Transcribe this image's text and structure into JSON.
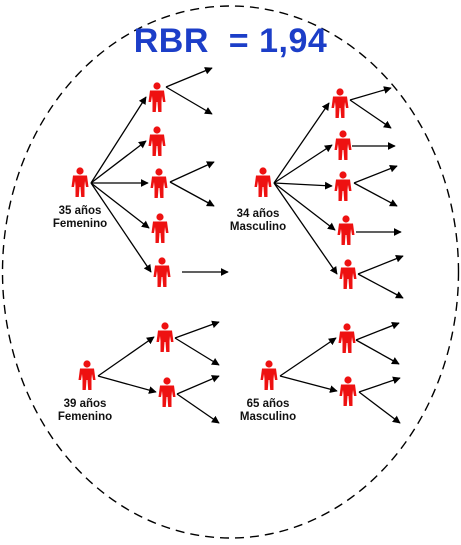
{
  "title": "RBR  = 1,94",
  "colors": {
    "person": "#ee1111",
    "arrow": "#000000",
    "title": "#1c3ec8",
    "border": "#000000"
  },
  "icon": "person-icon",
  "groups": [
    {
      "age": "35 años",
      "sex": "Femenino",
      "contacts": 5
    },
    {
      "age": "34 años",
      "sex": "Masculino",
      "contacts": 5
    },
    {
      "age": "39 años",
      "sex": "Femenino",
      "contacts": 2
    },
    {
      "age": "65 años",
      "sex": "Masculino",
      "contacts": 2
    }
  ]
}
